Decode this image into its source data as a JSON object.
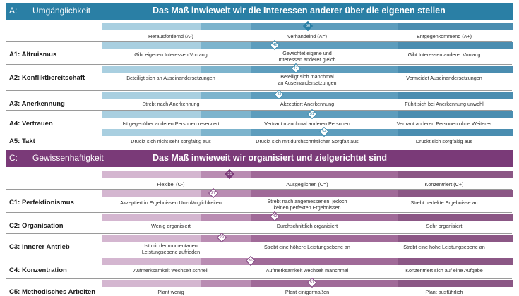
{
  "colors": {
    "a_header": "#2a7fa5",
    "a_line": "#2a7fa5",
    "a_bar": [
      "#a9cfe0",
      "#7db4cd",
      "#5d9dbd",
      "#4a8db0"
    ],
    "c_header": "#7a3a78",
    "c_line": "#7a3a78",
    "c_bar": [
      "#d4b6d0",
      "#b98cb2",
      "#a06a98",
      "#8b5785"
    ]
  },
  "section_a": {
    "code": "A:",
    "name": "Umgänglichkeit",
    "description": "Das Maß inwieweit wir die Interessen anderer über die eigenen stellen",
    "overall_score": "50",
    "overall_score_value": 50,
    "scale_labels": [
      "Herausfordernd (A-)",
      "Verhandelnd (A=)",
      "Entgegenkommend (A+)"
    ],
    "rows": [
      {
        "label": "A1: Altruismus",
        "score": "42",
        "score_value": 42,
        "low": "Gibt eigenen Interessen Vorrang",
        "mid": "Gewichtet eigene und\nInteressen anderer gleich",
        "high": "Gibt Interessen anderer Vorrang"
      },
      {
        "label": "A2: Konfliktbereitschaft",
        "score": "47",
        "score_value": 47,
        "low": "Beteiligt sich an Auseinandersetzungen",
        "mid": "Beteiligt sich manchmal\nan Auseinandersetzungen",
        "high": "Vermeidet Auseinandersetzungen"
      },
      {
        "label": "A3: Anerkennung",
        "score": "43",
        "score_value": 43,
        "low": "Strebt nach Anerkennung",
        "mid": "Akzeptiert Anerkennung",
        "high": "Fühlt sich bei Anerkennung unwohl"
      },
      {
        "label": "A4: Vertrauen",
        "score": "51",
        "score_value": 51,
        "low": "Ist gegenüber anderen Personen reserviert",
        "mid": "Vertraut manchmal anderen Personen",
        "high": "Vertraut anderen Personen ohne Weiteres"
      },
      {
        "label": "A5: Takt",
        "score": "54",
        "score_value": 54,
        "low": "Drückt sich nicht sehr sorgfältig aus",
        "mid": "Drückt sich mit durchschnittlicher Sorgfalt aus",
        "high": "Drückt sich sorgfältig aus"
      }
    ]
  },
  "section_c": {
    "code": "C:",
    "name": "Gewissenhaftigkeit",
    "description": "Das Maß inwieweit wir organisiert und zielgerichtet sind",
    "overall_score": "31",
    "overall_score_value": 31,
    "scale_labels": [
      "Flexibel (C-)",
      "Ausgeglichen (C=)",
      "Konzentriert (C+)"
    ],
    "rows": [
      {
        "label": "C1: Perfektionismus",
        "score": "27",
        "score_value": 27,
        "low": "Akzeptiert in Ergebnissen Unzulänglichkeiten",
        "mid": "Strebt nach angemessenen, jedoch\nkeinen perfekten Ergebnissen",
        "high": "Strebt perfekte Ergebnisse an"
      },
      {
        "label": "C2: Organisation",
        "score": "42",
        "score_value": 42,
        "low": "Wenig organisiert",
        "mid": "Durchschnittlich organisiert",
        "high": "Sehr organisiert"
      },
      {
        "label": "C3: Innerer Antrieb",
        "score": "29",
        "score_value": 29,
        "low": "Ist mit der momentanen\nLeistungsebene zufrieden",
        "mid": "Strebt eine höhere Leistungsebene an",
        "high": "Strebt eine hohe Leistungsebene an"
      },
      {
        "label": "C4: Konzentration",
        "score": "36",
        "score_value": 36,
        "low": "Aufmerksamkeit wechselt schnell",
        "mid": "Aufmerksamkeit wechselt manchmal",
        "high": "Konzentriert sich auf eine Aufgabe"
      },
      {
        "label": "C5: Methodisches Arbeiten",
        "score": "51",
        "score_value": 51,
        "low": "Plant wenig",
        "mid": "Plant einigermaßen",
        "high": "Plant ausführlich"
      }
    ]
  }
}
